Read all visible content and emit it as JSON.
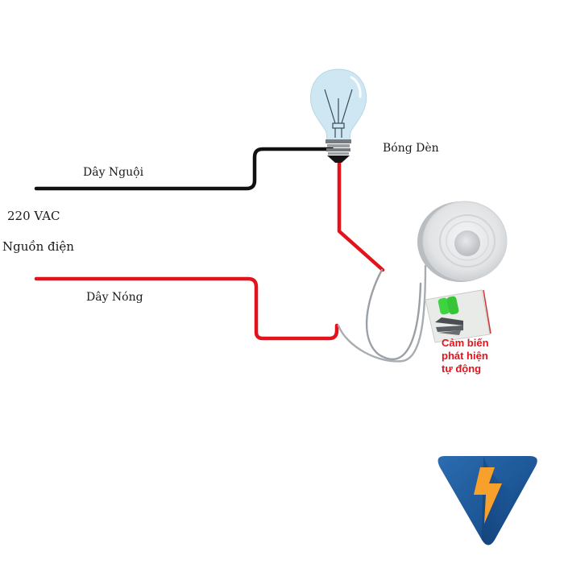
{
  "diagram": {
    "title": "Wiring diagram: automatic motion sensor controlling a light bulb",
    "labels": {
      "neutral_wire": "Dây Nguội",
      "voltage": "220 VAC",
      "power_source": "Nguồn điện",
      "live_wire": "Dây Nóng",
      "bulb": "Bóng Dèn",
      "sensor_line1": "Cảm biến",
      "sensor_line2": "phát hiện",
      "sensor_line3": "tự động"
    },
    "components": [
      {
        "id": "power-source",
        "name": "220 VAC power source"
      },
      {
        "id": "bulb",
        "name": "Light bulb"
      },
      {
        "id": "sensor",
        "name": "PIR motion sensor"
      },
      {
        "id": "logo",
        "name": "Brand logo (lightning bolt in triangle)"
      }
    ],
    "connections": [
      {
        "from": "power-source",
        "to": "bulb",
        "wire": "neutral",
        "color": "#111111"
      },
      {
        "from": "power-source",
        "to": "sensor",
        "wire": "live",
        "color": "#e3121b"
      },
      {
        "from": "sensor",
        "to": "bulb",
        "wire": "switched live",
        "color": "#e3121b"
      }
    ],
    "colors": {
      "neutral_wire": "#111111",
      "live_wire": "#e3121b",
      "sensor_cable": "#9aa0a6",
      "bulb_glass": "#cfe7f2",
      "logo_blue": "#1d5797",
      "logo_bolt": "#f7a12c",
      "sensor_label": "#e3121b"
    }
  }
}
